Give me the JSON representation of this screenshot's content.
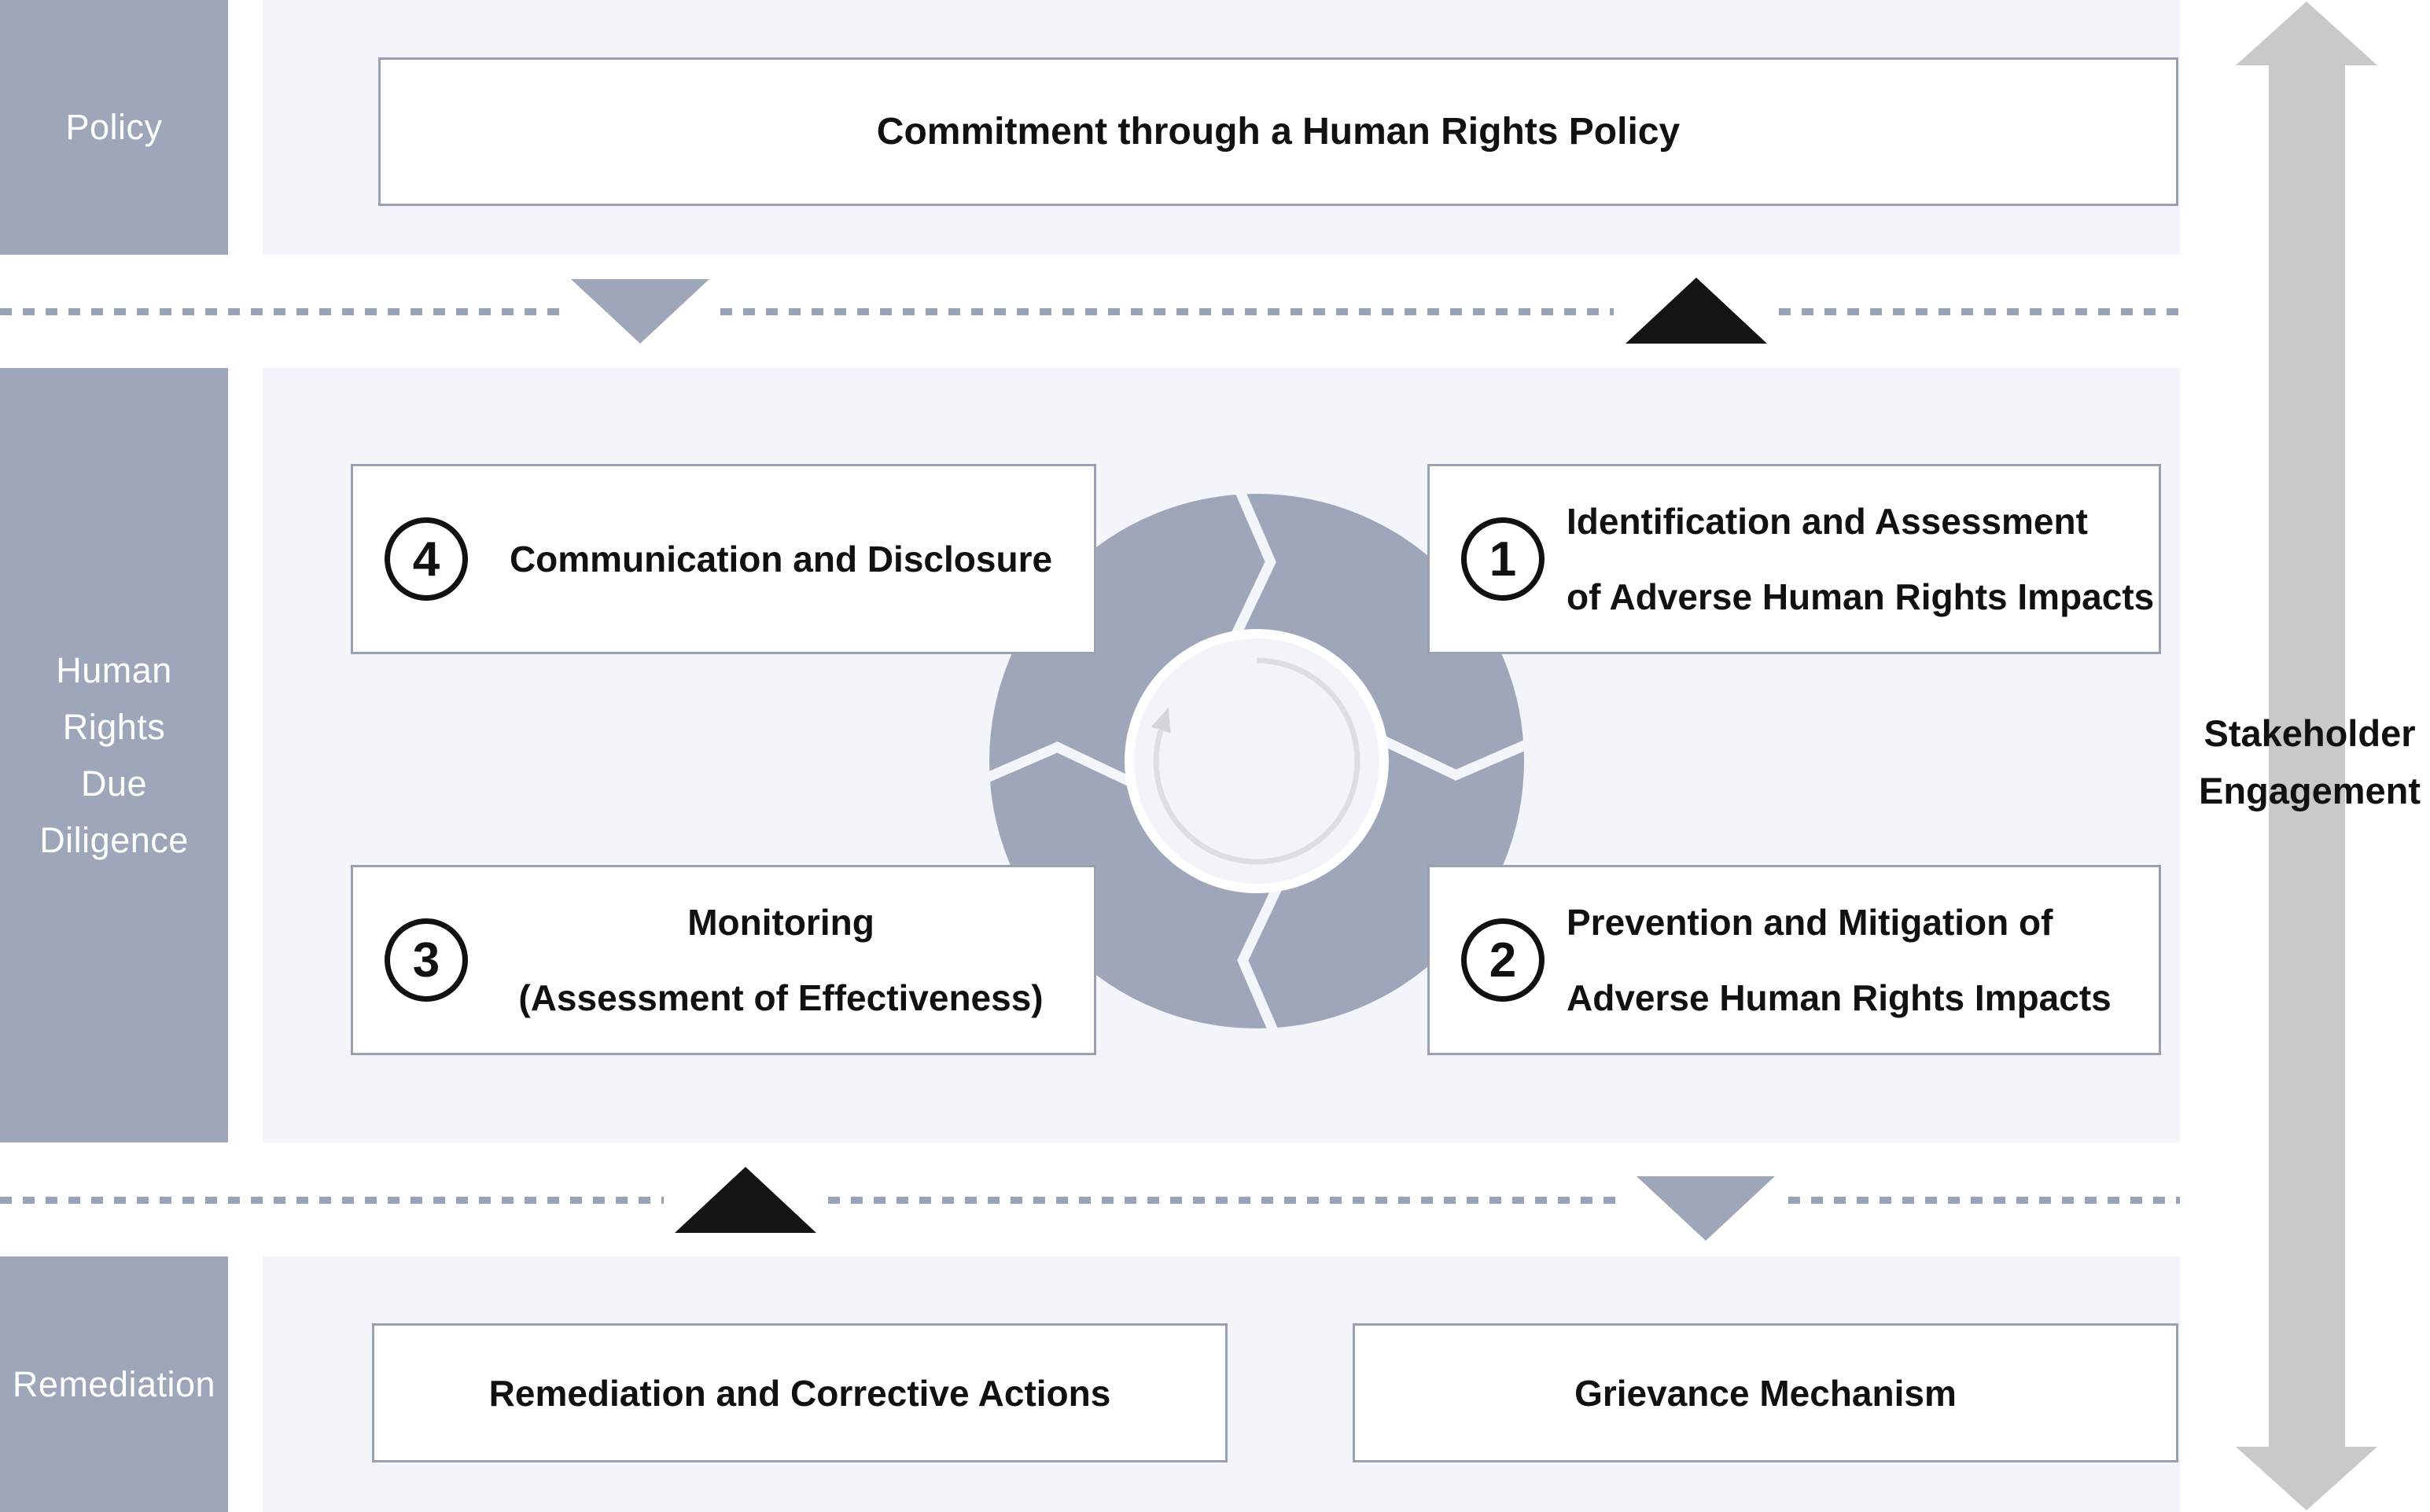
{
  "sidebar": {
    "policy": "Policy",
    "hrdd": [
      "Human",
      "Rights",
      "Due",
      "Diligence"
    ],
    "remediation": "Remediation"
  },
  "policy_section": {
    "commitment_box": "Commitment through a Human Rights Policy"
  },
  "cycle": {
    "steps": [
      {
        "num": "1",
        "line1": "Identification and Assessment",
        "line2": "of Adverse Human Rights Impacts"
      },
      {
        "num": "2",
        "line1": "Prevention and Mitigation of",
        "line2": "Adverse Human Rights Impacts"
      },
      {
        "num": "3",
        "line1": "Monitoring",
        "line2": "(Assessment of Effectiveness)"
      },
      {
        "num": "4",
        "line1": "Communication and Disclosure"
      }
    ],
    "rotation": "clockwise"
  },
  "remediation_section": {
    "left_box": "Remediation and Corrective Actions",
    "right_box": "Grievance Mechanism"
  },
  "stakeholder": {
    "line1": "Stakeholder",
    "line2": "Engagement"
  },
  "dividers": {
    "top": {
      "left_marker": "down-triangle",
      "right_marker": "up-triangle"
    },
    "bottom": {
      "left_marker": "up-triangle",
      "right_marker": "down-triangle"
    }
  },
  "colors": {
    "slate": "#9da7b9",
    "band": "#f3f5fa",
    "box_border": "#98a1b2",
    "dash": "#97a3b6",
    "ink": "#111111",
    "stakeholder_arrow": "#c9c9c9",
    "cycle_arc": "#dcdee4",
    "inner_disc": "#f2f4f9"
  }
}
